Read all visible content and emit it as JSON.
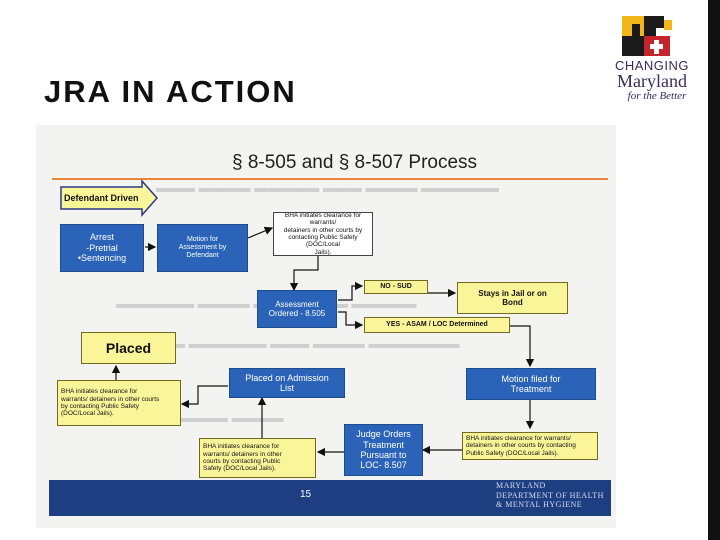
{
  "slide": {
    "title": "JRA IN ACTION"
  },
  "logo": {
    "line1": "CHANGING",
    "line2": "Maryland",
    "line3": "for the Better",
    "colors": {
      "gold": "#f2b51a",
      "black": "#1a1a1a",
      "red": "#c4242b",
      "purple": "#3b2a5a"
    }
  },
  "diagram": {
    "title": "§ 8-505 and § 8-507 Process",
    "defendant_driven": "Defendant Driven",
    "arrest": "Arrest\n-Pretrial\n•Sentencing",
    "motion_assessment": "Motion for\nAssessment by\nDefendant",
    "bha_clearance_top": "BHA initiates clearance for warrants/\ndetainers in other courts by\ncontacting Public Safety (DOC/Local\nJails).",
    "no_sud": "NO - SUD",
    "stays_in_jail": "Stays in Jail or on\nBond",
    "assessment_ordered": "Assessment\nOrdered - 8.505",
    "yes_asam": "YES - ASAM / LOC Determined",
    "placed": "Placed",
    "placed_on_admission": "Placed on Admission\nList",
    "motion_treatment": "Motion filed for\nTreatment",
    "bha_clearance_left": "BHA initiates clearance for\nwarrants/ detainers in other courts\nby contacting Public Safety\n(DOC/Local Jails).",
    "bha_clearance_bottom": "BHA initiates clearance for\nwarrants/ detainers in other\ncourts by contacting Public\nSafety (DOC/Local Jails).",
    "judge_orders": "Judge Orders\nTreatment\nPursuant to\nLOC- 8.507",
    "bha_clearance_right": "BHA initiates clearance for warrants/\ndetainers in other courts by contacting\nPublic Safety (DOC/Local Jails).",
    "page_number": "15",
    "department": "MARYLAND\nDEPARTMENT OF HEALTH\n& MENTAL HYGIENE"
  },
  "colors": {
    "blue_box": "#2a63b7",
    "yellow_box": "#fbf59a",
    "footer_band": "#1d3f82",
    "rule": "#e8863a"
  }
}
